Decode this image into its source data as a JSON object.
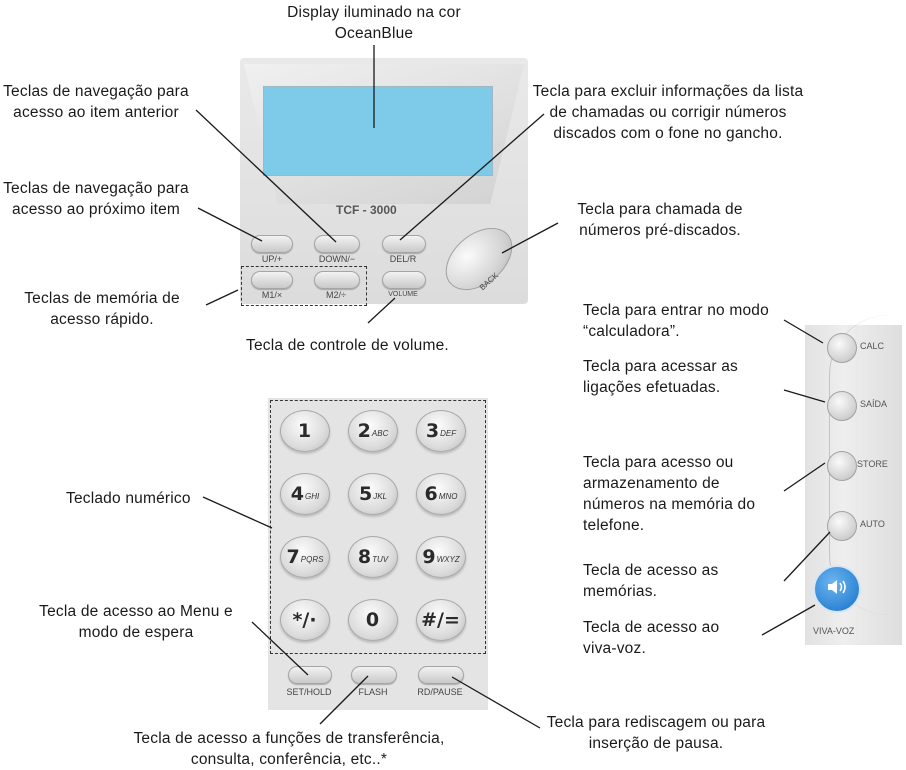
{
  "callouts": {
    "display": "Display iluminado na cor OceanBlue",
    "nav_prev": "Teclas de navegação para acesso ao item anterior",
    "nav_next": "Teclas de navegação para acesso ao próximo item",
    "memory": "Teclas de memória de acesso rápido.",
    "delete": "Tecla para excluir informações da lista de chamadas ou corrigir números discados com o fone no gancho.",
    "back": "Tecla para chamada de números pré-discados.",
    "volume": "Tecla de controle de volume.",
    "calc": "Tecla para entrar no modo “calculadora”.",
    "saida": "Tecla para acessar as ligações efetuadas.",
    "store": "Tecla para acesso ou armazenamento de números na memória do telefone.",
    "auto": "Tecla de acesso as memórias.",
    "vivavoz": "Tecla de acesso ao viva-voz.",
    "keypad": "Teclado numérico",
    "menu": "Tecla de acesso ao Menu e modo de espera",
    "flash": "Tecla de acesso a funções de transferência, consulta, conferência, etc..*",
    "redial": "Tecla para rediscagem ou para inserção de pausa."
  },
  "device": {
    "model": "TCF - 3000",
    "display_color": "#7ecbe9",
    "keys": {
      "up": "UP/+",
      "down": "DOWN/−",
      "del": "DEL/R",
      "m1": "M1/×",
      "m2": "M2/÷",
      "volume": "VOLUME",
      "back": "BACK"
    }
  },
  "keypad": {
    "keys": [
      {
        "digit": "1",
        "letters": ""
      },
      {
        "digit": "2",
        "letters": "ABC"
      },
      {
        "digit": "3",
        "letters": "DEF"
      },
      {
        "digit": "4",
        "letters": "GHI"
      },
      {
        "digit": "5",
        "letters": "JKL"
      },
      {
        "digit": "6",
        "letters": "MNO"
      },
      {
        "digit": "7",
        "letters": "PQRS"
      },
      {
        "digit": "8",
        "letters": "TUV"
      },
      {
        "digit": "9",
        "letters": "WXYZ"
      },
      {
        "digit": "*/·",
        "letters": ""
      },
      {
        "digit": "0",
        "letters": ""
      },
      {
        "digit": "#/=",
        "letters": ""
      }
    ],
    "bottom": {
      "set_hold": "SET/HOLD",
      "flash": "FLASH",
      "rd_pause": "RD/PAUSE"
    }
  },
  "side_panel": {
    "calc": "CALC",
    "saida": "SAÍDA",
    "store": "STORE",
    "auto": "AUTO",
    "vivavoz": "VIVA-VOZ",
    "speaker_color": "#2f86d6"
  }
}
